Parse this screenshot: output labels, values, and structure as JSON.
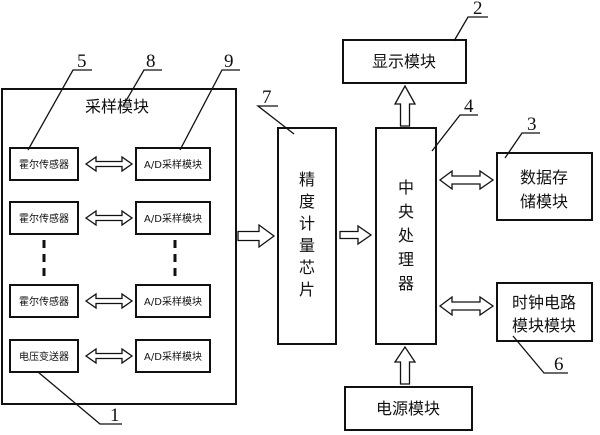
{
  "sampling_module": {
    "title": "采样模块",
    "hall_sensor_label": "霍尔传感器",
    "voltage_transmitter_label": "电压变送器",
    "ad_module_label": "A/D采样模块"
  },
  "metering_chip": {
    "label": "精度计量芯片"
  },
  "cpu": {
    "label": "中央处理器"
  },
  "display": {
    "label": "显示模块"
  },
  "storage": {
    "line1": "数据存",
    "line2": "储模块"
  },
  "clock": {
    "line1": "时钟电路",
    "line2": "模块模块"
  },
  "power": {
    "label": "电源模块"
  },
  "callouts": [
    "1",
    "2",
    "3",
    "4",
    "5",
    "6",
    "7",
    "8",
    "9"
  ]
}
